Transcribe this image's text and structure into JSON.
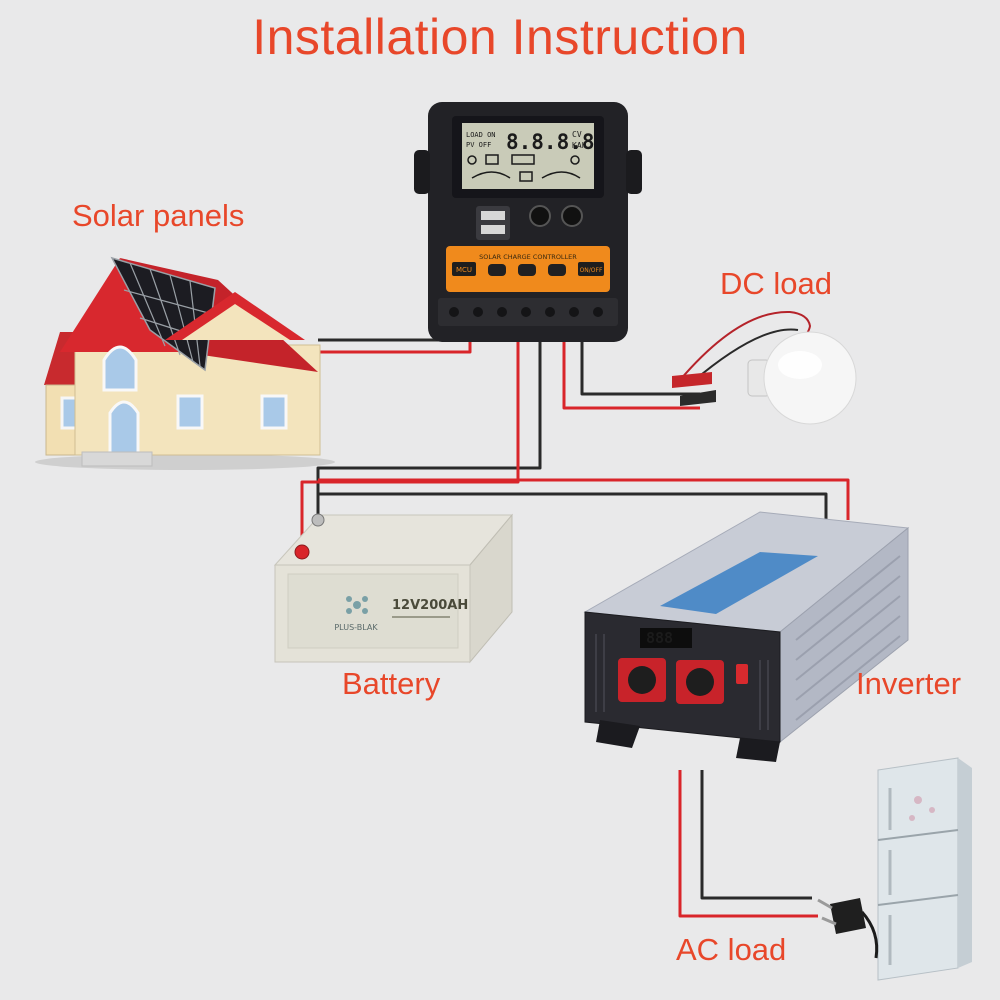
{
  "title": "Installation Instruction",
  "labels": {
    "solar_panels": "Solar panels",
    "dc_load": "DC load",
    "battery": "Battery",
    "inverter": "Inverter",
    "ac_load": "AC load"
  },
  "controller": {
    "lcd_left_top": "LOAD ON",
    "lcd_left_bottom": "PV OFF",
    "lcd_digits": "8.8.8.8",
    "lcd_right_top": "CV",
    "lcd_right_bottom": "KAh",
    "product_label": "SOLAR CHARGE CONTROLLER",
    "left_badge": "MCU",
    "right_badge": "ON/OFF"
  },
  "battery_device": {
    "brand": "PLUS-BLAK",
    "spec": "12V200AH"
  },
  "inverter_device": {
    "display": "888"
  },
  "colors": {
    "accent": "#e8472a",
    "background": "#e9e9ea",
    "wire_red": "#d9252a",
    "wire_black": "#2a2a2a",
    "controller_orange": "#f08a1c",
    "roof_red": "#d8282e"
  }
}
